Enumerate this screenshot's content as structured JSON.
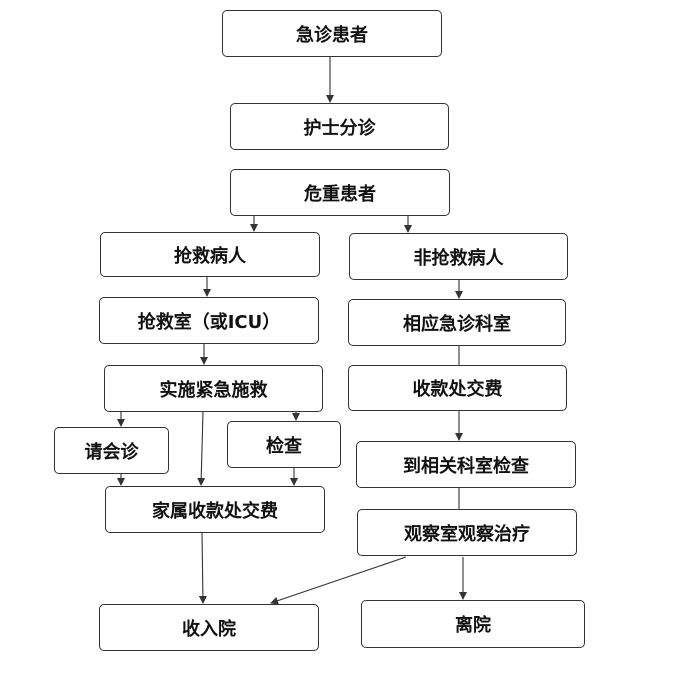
{
  "nodes": {
    "jizhen": "急诊患者",
    "hushi": "护士分诊",
    "weizhong": "危重患者",
    "qiangjiu": "抢救病人",
    "feiqiangjiu": "非抢救病人",
    "icu": "抢救室（或ICU）",
    "xiangying": "相应急诊科室",
    "shishi": "实施紧急施救",
    "shoukuan": "收款处交费",
    "huizhen": "请会诊",
    "jiancha": "检查",
    "daoxiangguan": "到相关科室检查",
    "jiashu": "家属收款处交费",
    "guancha": "观察室观察治疗",
    "ruyuan": "收入院",
    "liyuan": "离院"
  },
  "colors": {
    "line": "#333333",
    "text": "#111111",
    "background": "#ffffff"
  }
}
